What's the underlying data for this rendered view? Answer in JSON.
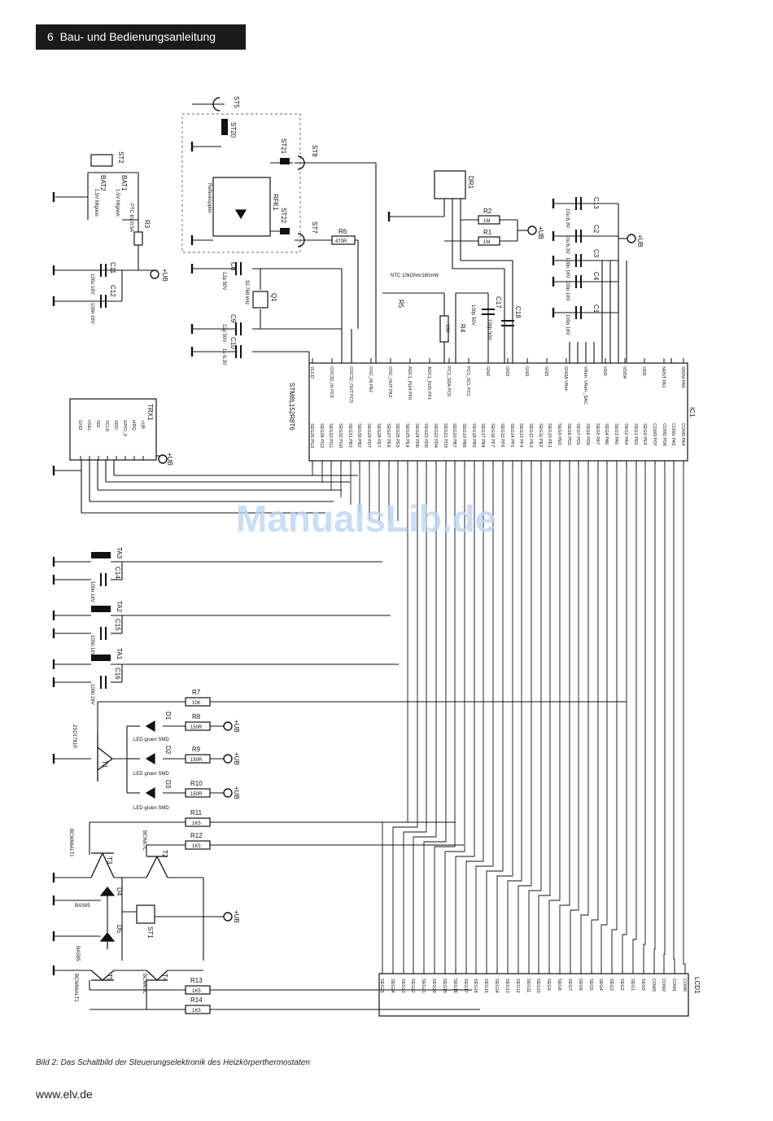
{
  "header": {
    "page_number": "6",
    "title": "Bau- und Bedienungsanleitung"
  },
  "caption": "Bild 2: Das Schaltbild der Steuerungselektronik des Heizkörperthermostaten",
  "footer": {
    "website": "www.elv.de"
  },
  "watermark": "ManualsLib.de",
  "components": {
    "ic1": "IC1",
    "ic1_part": "STM8L152R8T6",
    "lcd": "LCD1",
    "trx": "TRX1",
    "bat1": "BAT1",
    "bat2": "BAT2",
    "bat_type": "1,5V Mignon",
    "r3": "R3",
    "r3_val": "PTC 6V/0,5A",
    "c11": "C11",
    "c11_val": "100u 16V",
    "c12": "C12",
    "c12_val": "100n 16V",
    "c8": "C8",
    "c8_val": "12p 50V",
    "c9": "C9",
    "c9_val": "12p 50V",
    "c10": "C10",
    "c10_val": "1u 6,3V",
    "q1": "Q1",
    "q1_val": "32.768 kHz",
    "rfk1": "RFK1",
    "rfk1_val": "Reflexkoppler",
    "r6": "R6",
    "r6_val": "470R",
    "r5": "R5",
    "r5_val": "NTC 10kOhm/180mW",
    "r4": "R4",
    "r4_val": "10K",
    "r1": "R1",
    "r1_val": "1M",
    "r2": "R2",
    "r2_val": "1M",
    "dr1": "DR1",
    "c17": "C17",
    "c17_val": "100p 50V",
    "c18": "C18",
    "c18_val": "100p 50V",
    "c13": "C13",
    "c13_val": "10u 6,3V",
    "c2": "C2",
    "c2_val": "10u 6,3V",
    "c3": "C3",
    "c3_val": "100n 16V",
    "c4": "C4",
    "c4_val": "100n 16V",
    "c1": "C1",
    "c1_val": "100n 16V",
    "ta1": "TA1",
    "ta2": "TA2",
    "ta3": "TA3",
    "c14": "C14",
    "c15": "C15",
    "c16": "C16",
    "c_btn_val": "100n 16V",
    "r7": "R7",
    "r7_val": "10K",
    "t1": "T1",
    "t1_val": "2SD1781R",
    "d1": "D1",
    "d2": "D2",
    "d3": "D3",
    "led_val": "LED gruen SMD",
    "r8": "R8",
    "r9": "R9",
    "r10": "R10",
    "led_r_val": "150R",
    "r11": "R11",
    "r12": "R12",
    "r13": "R13",
    "r14": "R14",
    "r_bridge_val": "1K5",
    "t2": "T2",
    "t3": "T3",
    "t4": "T4",
    "t5": "T5",
    "t_bcw": "BCW66ALT1",
    "t_bcw70": "BCW67C",
    "d4": "D4",
    "d5": "D5",
    "d_val": "BAS85",
    "st1": "ST1",
    "st2": "ST2",
    "st5": "ST5",
    "st7": "ST7",
    "st8": "ST8",
    "st20": "ST20",
    "st21": "ST21",
    "st22": "ST22",
    "ub": "+UB"
  },
  "ic_pins_top": [
    "VLCD",
    "OSC32_IN PC6",
    "OSC32_OUT PC5",
    "OSC_IN PA2",
    "OSC_OUT PA3",
    "ADC1_IN24 PF0",
    "ADC1_IN25 PF1",
    "PC1_SDA PC0",
    "PC1_SCL PC1",
    "GND",
    "GND",
    "GND",
    "GND",
    "GNDA VRef-",
    "VRef+ VRef+_DAC",
    "VDD",
    "VDDA",
    "VDD",
    "NRST PA1",
    "SWIM PA0"
  ],
  "ic_pins_bottom": [
    "SEG35 PG3",
    "SEG34 PG2",
    "SEG33 PG1",
    "SEG32 PG0",
    "SEG31 PB3",
    "SEG30 PB2",
    "SEG29 PD7",
    "SEG28 PE7",
    "SEG27 PE6",
    "SEG26 PE5",
    "SEG25 PE4",
    "SEG24 PD6",
    "SEG23 PD5",
    "SEG22 PD4",
    "SEG21 PD3",
    "SEG20 PB7",
    "SEG19 PB6",
    "SEG18 PB5",
    "SEG17 PB4",
    "SEG16 PF7",
    "SEG15 PF6",
    "SEG14 PF5",
    "SEG13 PF4",
    "SEG12 PE3",
    "SEG11 PE2",
    "SEG10 PE1",
    "SEG9 PE0",
    "SEG8 PD2",
    "SEG7 PD1",
    "SEG6 PD0",
    "SEG5 PA7",
    "SEG4 PA6",
    "SEG3 PA5",
    "SEG2 PA4",
    "SEG1 PE5",
    "SEG0 PE4",
    "COM3 PD7",
    "COM2 PD6",
    "COM1 PA5",
    "COM0 PA4"
  ],
  "lcd_pins": [
    "SEG25",
    "SEG24",
    "SEG23",
    "SEG22",
    "SEG21",
    "SEG20",
    "SEG19",
    "SEG18",
    "SEG17",
    "SEG16",
    "SEG15",
    "SEG14",
    "SEG13",
    "SEG12",
    "SEG11",
    "SEG10",
    "SEG9",
    "SEG8",
    "SEG7",
    "SEG6",
    "SEG5",
    "SEG4",
    "SEG3",
    "SEG2",
    "SEG1",
    "SEG0",
    "COM3",
    "COM2",
    "COM1",
    "COM0"
  ],
  "trx_pins": [
    "+UB",
    "nIRQ",
    "GPIO_0",
    "SDO",
    "SCLK",
    "SDI",
    "nSEL",
    "GND"
  ]
}
